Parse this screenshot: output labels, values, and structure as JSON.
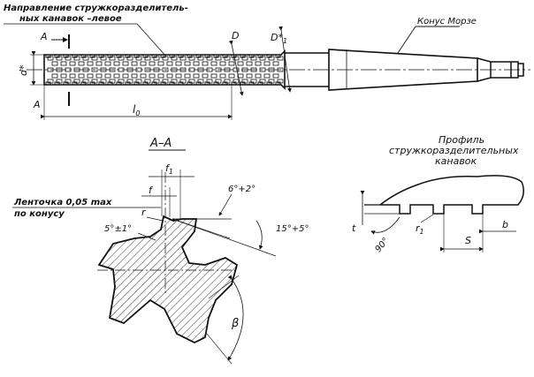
{
  "top_view": {
    "flute_note_line1": "Направление стружкоразделитель-",
    "flute_note_line2": "ных канавок –левое",
    "section_mark": "А",
    "section_mark_bottom": "А",
    "dim_d_star": "d*",
    "dim_D": "D",
    "dim_D1_star": "D*",
    "dim_D1_sub": "1",
    "dim_l0": "l",
    "dim_l0_sub": "0",
    "taper_label": "Конус  Морзе"
  },
  "section_view": {
    "title": "А–А",
    "land_note_line1": "Ленточка 0,05 max",
    "land_note_line2": "по конусу",
    "dim_f1": "f",
    "dim_f1_sub": "1",
    "dim_f": "f",
    "dim_r": "r",
    "angle_6": "6°+2°",
    "angle_5": "5°±1°",
    "angle_15": "15°+5°",
    "angle_beta": "β"
  },
  "profile_view": {
    "title_line1": "Профиль",
    "title_line2": "стружкоразделительных",
    "title_line3": "канавок",
    "dim_t": "t",
    "angle_90": "90°",
    "dim_r1": "r",
    "dim_r1_sub": "1",
    "dim_S": "S",
    "dim_b": "b"
  }
}
